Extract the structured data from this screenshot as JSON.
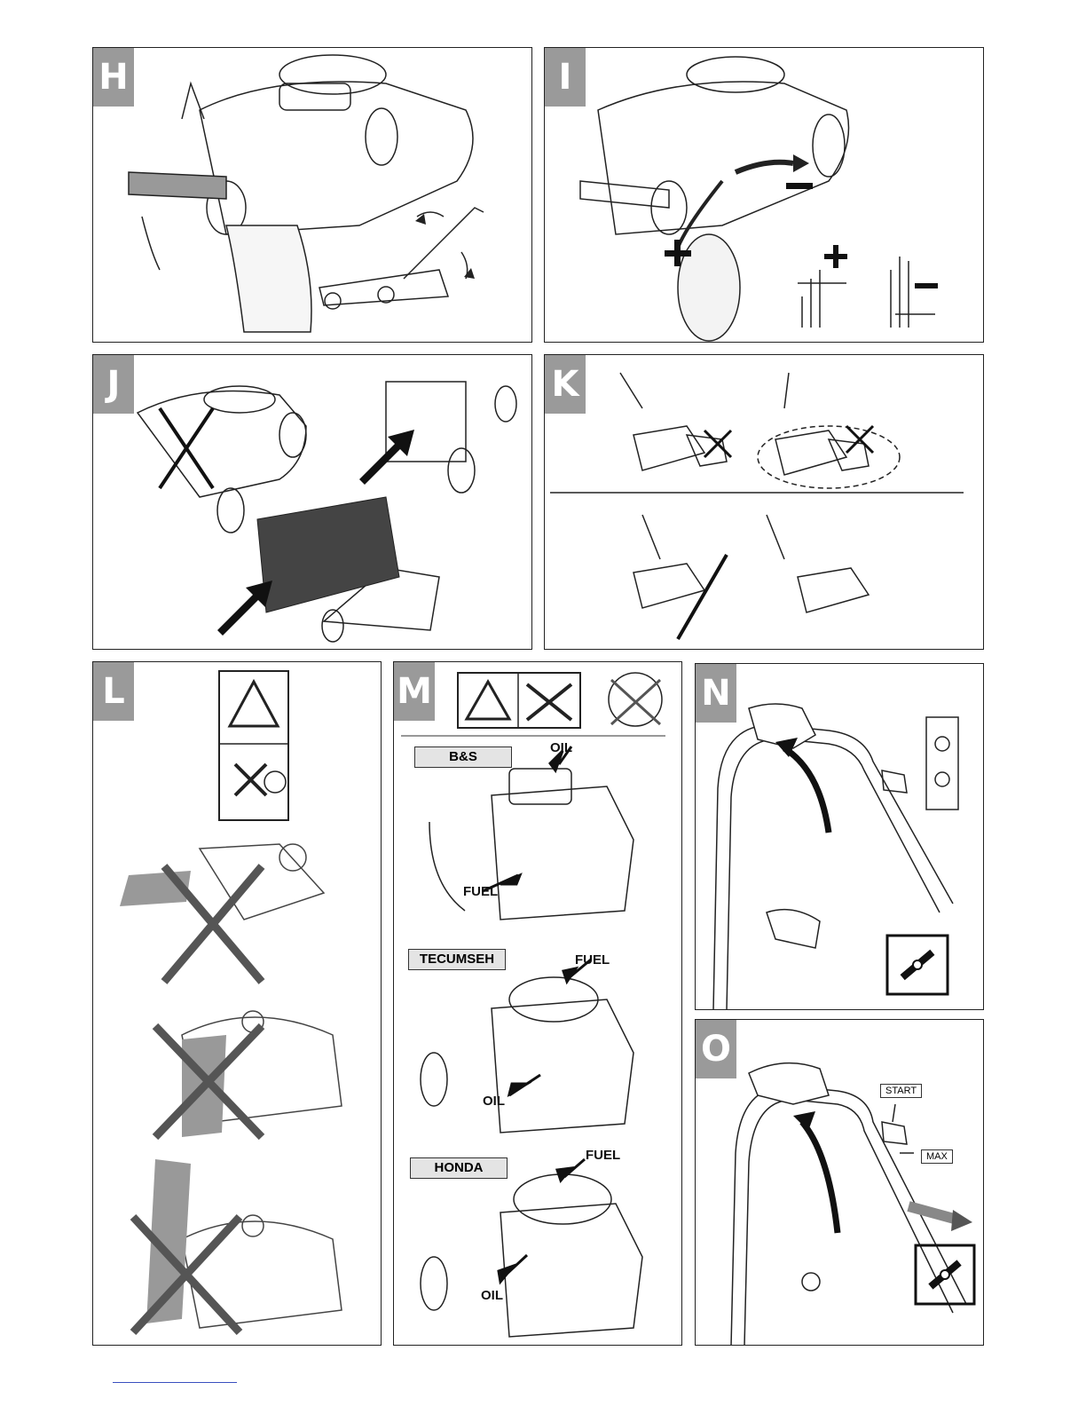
{
  "panels": {
    "h": {
      "letter": "H"
    },
    "i": {
      "letter": "I"
    },
    "j": {
      "letter": "J"
    },
    "k": {
      "letter": "K"
    },
    "l": {
      "letter": "L"
    },
    "m": {
      "letter": "M",
      "engines": [
        {
          "brand": "B&S",
          "oil_label": "OIL",
          "fuel_label": "FUEL"
        },
        {
          "brand": "TECUMSEH",
          "fuel_label": "FUEL",
          "oil_label": "OIL"
        },
        {
          "brand": "HONDA",
          "fuel_label": "FUEL",
          "oil_label": "OIL"
        }
      ]
    },
    "n": {
      "letter": "N"
    },
    "o": {
      "letter": "O",
      "start_label": "START",
      "max_label": "MAX"
    }
  }
}
